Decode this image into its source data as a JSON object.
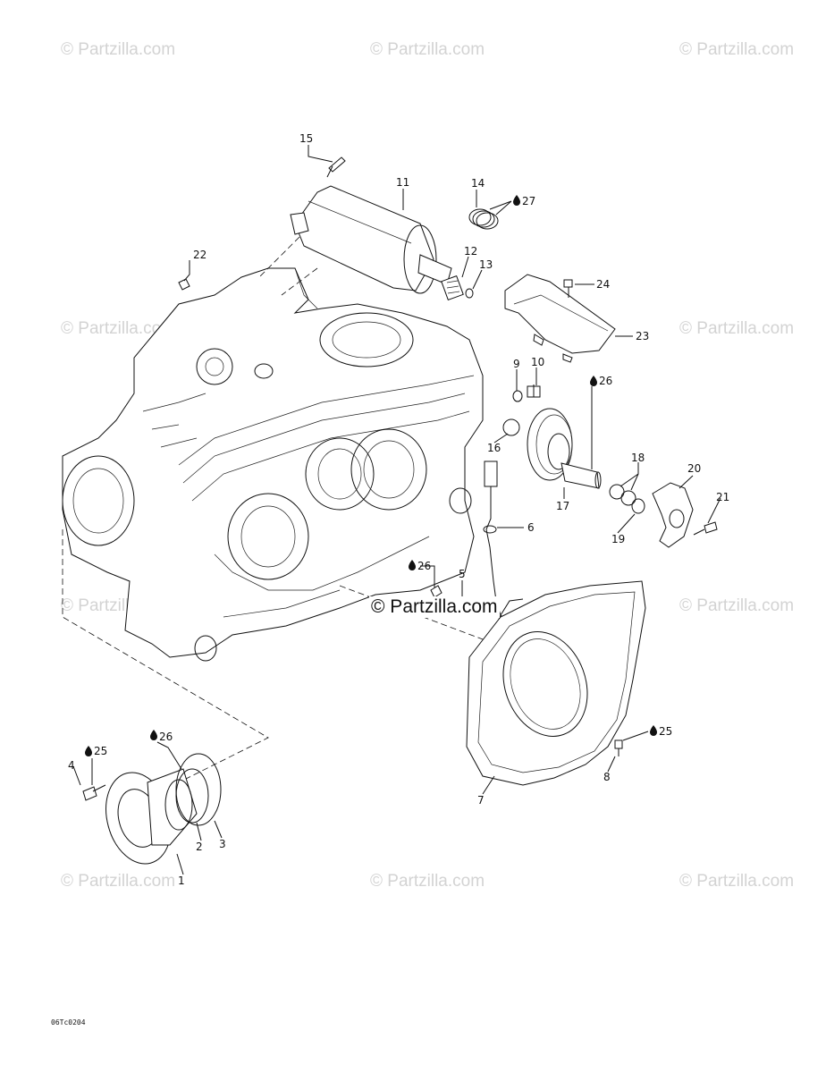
{
  "watermark": "© Partzilla.com",
  "center_watermark": "© Partzilla.com",
  "footer_code": "06Tc0204",
  "labels": [
    {
      "id": "15",
      "text": "15"
    },
    {
      "id": "11",
      "text": "11"
    },
    {
      "id": "14",
      "text": "14"
    },
    {
      "id": "27",
      "text": "27"
    },
    {
      "id": "22",
      "text": "22"
    },
    {
      "id": "12",
      "text": "12"
    },
    {
      "id": "13",
      "text": "13"
    },
    {
      "id": "24",
      "text": "24"
    },
    {
      "id": "23",
      "text": "23"
    },
    {
      "id": "9",
      "text": "9"
    },
    {
      "id": "10",
      "text": "10"
    },
    {
      "id": "26a",
      "text": "26"
    },
    {
      "id": "16",
      "text": "16"
    },
    {
      "id": "18",
      "text": "18"
    },
    {
      "id": "20",
      "text": "20"
    },
    {
      "id": "17",
      "text": "17"
    },
    {
      "id": "21",
      "text": "21"
    },
    {
      "id": "6",
      "text": "6"
    },
    {
      "id": "19",
      "text": "19"
    },
    {
      "id": "26b",
      "text": "26"
    },
    {
      "id": "5",
      "text": "5"
    },
    {
      "id": "25a",
      "text": "25"
    },
    {
      "id": "26c",
      "text": "26"
    },
    {
      "id": "4",
      "text": "4"
    },
    {
      "id": "2",
      "text": "2"
    },
    {
      "id": "3",
      "text": "3"
    },
    {
      "id": "1",
      "text": "1"
    },
    {
      "id": "25b",
      "text": "25"
    },
    {
      "id": "8",
      "text": "8"
    },
    {
      "id": "7",
      "text": "7"
    }
  ]
}
